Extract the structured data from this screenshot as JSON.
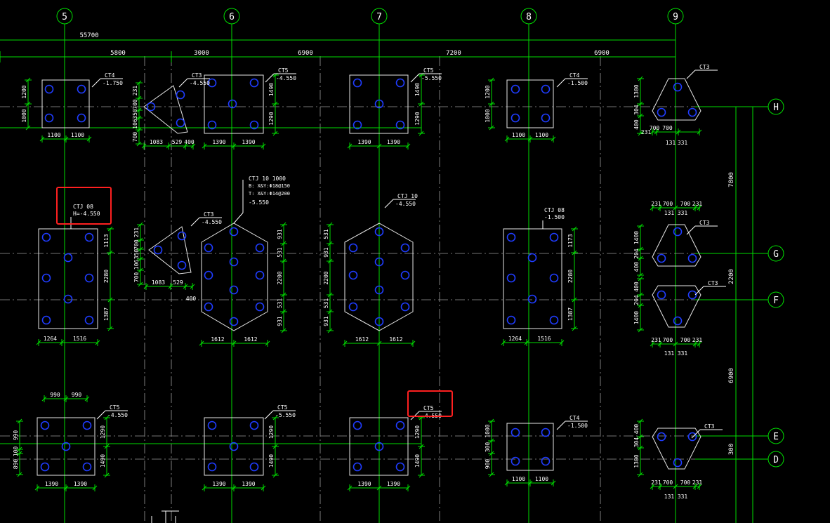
{
  "colors": {
    "background": "#000000",
    "grid_axis": "#00dd00",
    "grid_dash": "#9a9a9a",
    "pile_cap": "#e6e6e6",
    "pile": "#1f3cff",
    "dimension": "#00dd00",
    "text": "#ffffff",
    "highlight": "#ff2020"
  },
  "axes": {
    "columns": [
      "5",
      "6",
      "7",
      "8",
      "9"
    ],
    "rows": [
      "H",
      "G",
      "F",
      "E",
      "D"
    ]
  },
  "dims": {
    "overall": "55700",
    "spans": [
      "5800",
      "3000",
      "6900",
      "7200",
      "6900"
    ],
    "right": [
      "7800",
      "2200",
      "6900",
      "300"
    ]
  },
  "caps": {
    "r1c1": {
      "tag": "CT4",
      "elev": "-1.750",
      "d": [
        "1100",
        "1100",
        "1200",
        "1000"
      ]
    },
    "r1c2": {
      "tag": "CT3",
      "elev": "-4.550",
      "d": [
        "1083",
        "529",
        "400",
        "231",
        "700",
        "350",
        "106",
        "700",
        "231"
      ]
    },
    "r1c3": {
      "tag": "CT5",
      "elev": "-4.550",
      "d": [
        "1390",
        "1390",
        "1490",
        "1290"
      ]
    },
    "r1c4": {
      "tag": "CT5",
      "elev": "-5.550",
      "d": [
        "1390",
        "1390",
        "1490",
        "1290"
      ]
    },
    "r1c5": {
      "tag": "CT4",
      "elev": "-1.500",
      "d": [
        "1100",
        "1100",
        "1200",
        "1000"
      ]
    },
    "r1c6": {
      "tag": "CT3",
      "d": [
        "700",
        "700",
        "231",
        "131",
        "331",
        "1300",
        "304",
        "400"
      ]
    },
    "r2c1": {
      "tag": "CTJ 08",
      "elev": "H=-4.550",
      "d": [
        "1264",
        "1516",
        "1113",
        "2280",
        "1387"
      ]
    },
    "r2c2": {
      "tag": "CT3",
      "elev": "-4.550",
      "d": [
        "1083",
        "529",
        "231",
        "700",
        "350",
        "106",
        "700",
        "231"
      ]
    },
    "r2c3": {
      "tag": "CTJ 10 1000",
      "note1": "B:   X&Y:Φ18@150",
      "note2": "T:   X&Y:Φ14@200",
      "elev": "-5.550",
      "d": [
        "1612",
        "1612",
        "931",
        "531",
        "2200",
        "531",
        "931",
        "400"
      ]
    },
    "r2c4": {
      "tag": "CTJ 10",
      "elev": "-4.550",
      "d": [
        "1612",
        "1612",
        "531",
        "931",
        "2200",
        "531",
        "931"
      ]
    },
    "r2c5": {
      "tag": "CTJ 08",
      "elev": "-1.500",
      "d": [
        "1264",
        "1516",
        "1173",
        "2280",
        "1387"
      ]
    },
    "r2c6": {
      "tag": "CT3",
      "d": [
        "231",
        "700",
        "700",
        "231",
        "131",
        "331",
        "1400",
        "204",
        "400"
      ]
    },
    "r3c6": {
      "tag": "CT3",
      "d": [
        "400",
        "204",
        "1400",
        "231",
        "700",
        "700",
        "231",
        "131",
        "331"
      ]
    },
    "r4c1": {
      "tag": "CT5",
      "elev": "-4.550",
      "d": [
        "990",
        "990",
        "1390",
        "1390",
        "1290",
        "1490",
        "990",
        "100",
        "890"
      ]
    },
    "r4c2": {
      "tag": "CT5",
      "elev": "-5.550",
      "d": [
        "1390",
        "1390",
        "1290",
        "1490"
      ]
    },
    "r4c3": {
      "tag": "CT5",
      "elev": "-4.550",
      "d": [
        "1390",
        "1390",
        "1290",
        "1490"
      ]
    },
    "r4c4": {
      "tag": "CT4",
      "elev": "-1.500",
      "d": [
        "1100",
        "1100",
        "1000",
        "300",
        "900"
      ]
    },
    "r4c5": {
      "tag": "CT3",
      "d": [
        "400",
        "304",
        "1300",
        "231",
        "700",
        "700",
        "231",
        "131",
        "331"
      ]
    }
  }
}
